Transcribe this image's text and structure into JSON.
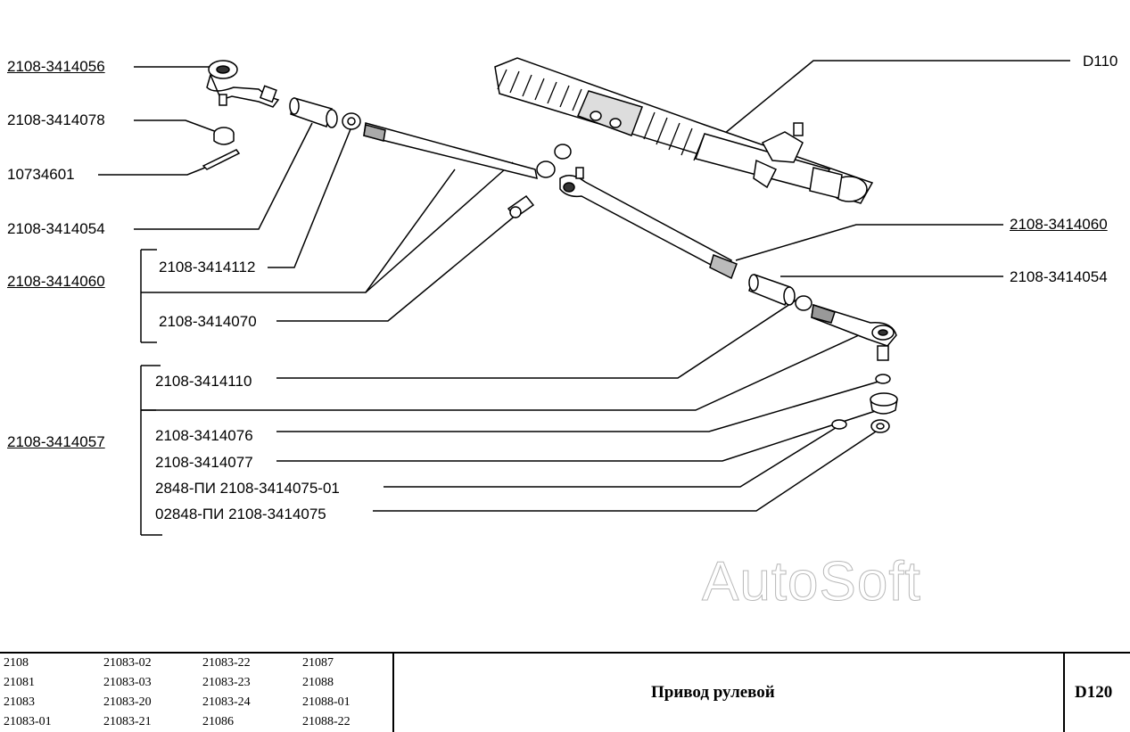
{
  "labels": {
    "tie_rod_end": "2108-3414056",
    "nut_078": "2108-3414078",
    "cotter_pin": "10734601",
    "sleeve_054_left": "2108-3414054",
    "tie_rod_assembly_left": "2108-3414060",
    "clamp_112": "2108-3414112",
    "rod_070": "2108-3414070",
    "steering_gear_ref": "D110",
    "tie_rod_assembly_right": "2108-3414060",
    "sleeve_054_right": "2108-3414054",
    "tie_rod_end_assembly": "2108-3414057",
    "rod_110": "2108-3414110",
    "boot_076": "2108-3414076",
    "ring_077": "2108-3414077",
    "washer_pair_1": "2848-ПИ  2108-3414075-01",
    "washer_pair_2": "02848-ПИ  2108-3414075"
  },
  "watermark": "AutoSoft",
  "footer": {
    "models": [
      [
        "2108",
        "21081",
        "21083",
        "21083-01"
      ],
      [
        "21083-02",
        "21083-03",
        "21083-20",
        "21083-21"
      ],
      [
        "21083-22",
        "21083-23",
        "21083-24",
        "21086"
      ],
      [
        "21087",
        "21088",
        "21088-01",
        "21088-22"
      ]
    ],
    "title": "Привод рулевой",
    "code": "D120"
  }
}
